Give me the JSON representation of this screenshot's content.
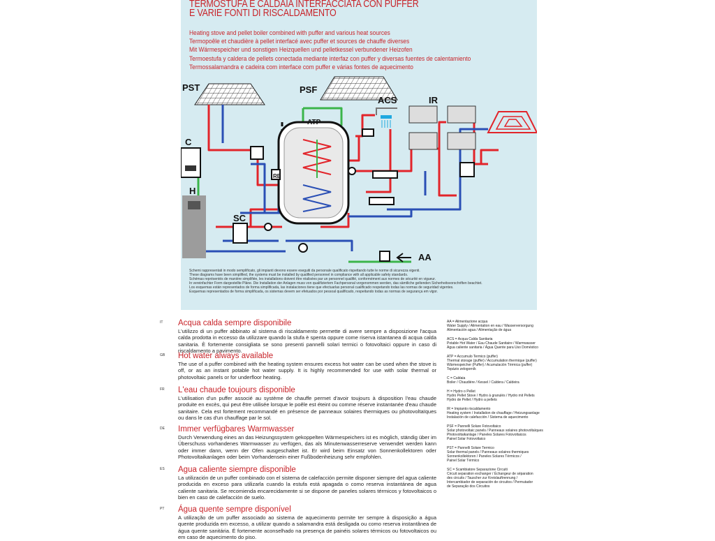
{
  "header": {
    "title_lines": [
      "TERMOSTUFA E CALDAIA INTERFACCIATA CON PUFFER",
      "E VARIE FONTI DI RISCALDAMENTO"
    ],
    "subtitles": [
      "Heating stove and pellet boiler combined with puffer and various heat sources",
      "Termopoêle et chaudière à pellet interfacé avec puffer et sources de chauffe diverses",
      "Mit Wärmespeicher und sonstigen Heizquellen und pelletkessel verbundener Heizofen",
      "Termoestufa y caldera de pellets conectada mediante interfaz con puffer y diversas fuentes de calentamiento",
      "Termossalamandra e cadeira com interface com puffer e várias fontes de aquecimento"
    ]
  },
  "diagram": {
    "labels": {
      "pst": "PST",
      "psf": "PSF",
      "acs": "ACS",
      "ir": "IR",
      "c": "C",
      "atp": "ATP",
      "h": "H",
      "sc": "SC",
      "re": "RE",
      "aa": "AA"
    },
    "colors": {
      "hot": "#e2242a",
      "cold": "#2a4fb5",
      "green": "#3bb54a",
      "dark": "#111111"
    }
  },
  "notes": [
    "Schemi rappresentati in modo semplificato, gli impianti devono essere eseguiti da personale qualificato rispettando tutte le norme di sicurezza vigenti.",
    "These diagrams have been simplified, the systems must be installed by qualified personnel in compliance with all applicable safety standards.",
    "Schémas représentés de manière simplifiée, les installations doivent être réalisées par un personnel qualifié, conformément aux normes de sécurité en vigueur.",
    "In vereinfachter Form dargestellte Pläne. Die Installation der Anlagen muss von qualifiziertem Fachpersonal vorgenommen werden, das sämtliche geltenden Sicherheitsvorschriften beachtet.",
    "Los esquemas están representados de forma simplificada, las instalaciones tiene que efectuarlas personal cualificado respetando todas las normas de seguridad vigentes.",
    "Esquemas representados de forma simplificada, os sistemas devem ser efetuados por pessoal qualificado, respeitando todas as normas de segurança em vigor."
  ],
  "sections": [
    {
      "code": "IT",
      "title": "Acqua calda sempre disponibile",
      "body": "L'utilizzo di un puffer abbinato al sistema di riscaldamento permette di avere sempre a disposizione l'acqua calda prodotta in eccesso da utilizzare quando la stufa è spenta oppure come riserva istantanea di acqua calda sanitaria. È fortemente consigliata se sono presenti pannelli solari termici o fotovoltaici oppure in caso di riscaldamento a pavimento."
    },
    {
      "code": "GB",
      "title": "Hot water always available",
      "body": "The use of a puffer combined with the heating system ensures excess hot water can be used when the stove is off, or as an instant potable hot water supply. It is highly recommended for use with solar thermal or photovoltaic panels or for underfloor heating."
    },
    {
      "code": "FR",
      "title": "L'eau chaude toujours disponible",
      "body": "L'utilisation d'un puffer associé au système de chauffe permet d'avoir toujours à disposition l'eau chaude produite en excès, qui peut être utilisée lorsque le poêle est éteint ou comme réserve instantanée d'eau chaude sanitaire. Cela est fortement recommandé en présence de panneaux solaires thermiques ou photovoltaïques ou dans le cas d'un chauffage par le sol."
    },
    {
      "code": "DE",
      "title": "Immer verfügbares Warmwasser",
      "body": "Durch Verwendung eines an das Heizungssystem gekoppelten Wärmespeichers ist es möglich, ständig über im Überschuss vorhandenes Warmwasser zu verfügen, das als Minutenwasserreserve verwendet werden kann oder immer dann, wenn der Ofen ausgeschaltet ist. Er wird beim Einsatz von Sonnenkollektoren oder Photovoltaikanlagen oder beim Vorhandensein einer Fußbodenheizung sehr empfohlen."
    },
    {
      "code": "ES",
      "title": "Agua caliente siempre disponible",
      "body": "La utilización de un puffer combinado con el sistema de calefacción permite disponer siempre del agua caliente producida en exceso para utilizarla cuando la estufa está apagada o como reserva instantánea de agua caliente sanitaria. Se recomienda encarecidamente si se dispone de paneles solares térmicos y fotovoltaicos o bien en caso de calefacción de suelo."
    },
    {
      "code": "PT",
      "title": "Água quente sempre disponível",
      "body": "A utilização de um puffer associado ao sistema de aquecimento permite ter sempre à disposição a água quente produzida em excesso, a utilizar quando a salamandra está desligada ou como reserva instantânea de água quente sanitária. É fortemente aconselhado na presença de painéis solares térmicos ou fotovoltaicos ou em caso de aquecimento do piso."
    }
  ],
  "legend": [
    [
      "AA = Alimentazione acqua",
      "Water Supply / Alimentation en eau / Wasserversorgung",
      "Alimentación agua / Alimentação de água"
    ],
    [
      "ACS = Acqua Calda Sanitaria",
      "Potable Hot Water / Eau Chaude Sanitaire / Warmwasser",
      "Agua caliente sanitaria / Água Quente para Uso Doméstico"
    ],
    [
      "ATP = Accumulo Termico (puffer)",
      "Thermal storage (puffer) / Accumulation thermique (puffer)",
      "Wärmespeicher (Puffer) / Acumulación Térmica (puffer)",
      "Topázio zelogorník"
    ],
    [
      "C = Caldaia",
      "Boiler / Chaudière / Kessel / Caldera / Caldeira"
    ],
    [
      "H = Hydro o Pellet",
      "Hydro Pellet Stove / Hydro à granulés / Hydro mit Pellets",
      "Hydro de Pellet / Hydro a pellets"
    ],
    [
      "IR = Impianto riscaldamento",
      "Heating system / Installation de chauffage / Heizungsanlage",
      "Instalación de calefacción / Sistema de aquecimento"
    ],
    [
      "PSF = Pannelli Solare Fotovoltaico",
      "Solar photovoltaic panels / Panneaux solaires photovoltaïques",
      "Photovoltaikanlage / Paneles Solares Fotovoltaicos",
      "Painel Solar Fotovoltaico"
    ],
    [
      "PST = Pannelli Solare Termico",
      "Solar thermal panels / Panneaux solaires thermiques",
      "Sonnenkollektoren / Paneles Solares Térmicos /",
      "Painel Solar Térmico"
    ],
    [
      "SC = Scambiatore Separazione Circuiti",
      "Circuit separation exchanger / Échangeur de séparation",
      "des circuits / Tauscher zur Kreislauftrennung /",
      "Intercambiador de separación de circuitos / Permutador",
      "de Separação dos Circuitos"
    ]
  ]
}
